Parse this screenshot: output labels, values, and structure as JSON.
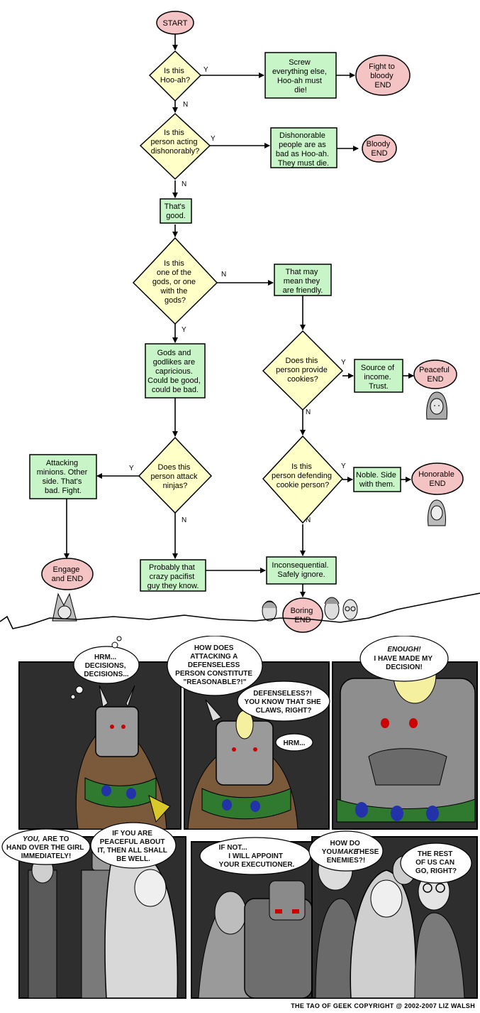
{
  "flowchart": {
    "start": "START",
    "q_hooah": [
      "Is this",
      "Hoo-ah?"
    ],
    "a_screw": [
      "Screw",
      "everything else,",
      "Hoo-ah must",
      "die!"
    ],
    "end_fight": [
      "Fight to",
      "bloody",
      "END"
    ],
    "q_dishonor": [
      "Is this",
      "person acting",
      "dishonorably?"
    ],
    "a_dishonor": [
      "Dishonorable",
      "people are as",
      "bad as Hoo-ah.",
      "They must die."
    ],
    "end_bloody": [
      "Bloody",
      "END"
    ],
    "a_good": [
      "That's",
      "good."
    ],
    "q_gods": [
      "Is this",
      "one of the",
      "gods, or one",
      "with the",
      "gods?"
    ],
    "a_friendly": [
      "That may",
      "mean they",
      "are friendly."
    ],
    "a_gods": [
      "Gods and",
      "godlikes are",
      "capricious.",
      "Could be good,",
      "could be bad."
    ],
    "q_cookies": [
      "Does this",
      "person provide",
      "cookies?"
    ],
    "a_income": [
      "Source of",
      "income.",
      "Trust."
    ],
    "end_peaceful": [
      "Peaceful",
      "END"
    ],
    "q_ninjas": [
      "Does this",
      "person attack",
      "ninjas?"
    ],
    "a_minions": [
      "Attacking",
      "minions. Other",
      "side. That's",
      "bad. Fight."
    ],
    "q_defending": [
      "Is this",
      "person defending",
      "cookie person?"
    ],
    "a_noble": [
      "Noble. Side",
      "with them."
    ],
    "end_honorable": [
      "Honorable",
      "END"
    ],
    "end_engage": [
      "Engage",
      "and END"
    ],
    "a_pacifist": [
      "Probably that",
      "crazy pacifist",
      "guy they know."
    ],
    "a_ignore": [
      "Inconsequential.",
      "Safely ignore."
    ],
    "end_boring": [
      "Boring",
      "END"
    ],
    "yes": "Y",
    "no": "N"
  },
  "comic": {
    "p1_thought": [
      "HRM...",
      "DECISIONS,",
      "DECISIONS..."
    ],
    "p2_bubble1": [
      "HOW DOES",
      "ATTACKING A",
      "DEFENSELESS",
      "PERSON CONSTITUTE",
      "\"REASONABLE?!\""
    ],
    "p2_bubble2": [
      "DEFENSELESS?!",
      "YOU KNOW THAT SHE",
      "CLAWS, RIGHT?"
    ],
    "p2_bubble3": "HRM...",
    "p3_bubble_em": "ENOUGH!",
    "p3_bubble": [
      "I HAVE MADE MY",
      "DECISION!"
    ],
    "p4_bubble1_em": "YOU,",
    "p4_bubble1": [
      "ARE TO",
      "HAND OVER THE GIRL",
      "IMMEDIATELY!"
    ],
    "p4_bubble2": [
      "IF YOU ARE",
      "PEACEFUL ABOUT",
      "IT, THEN ALL SHALL",
      "BE WELL."
    ],
    "p5_bubble": [
      "IF NOT...",
      "I WILL APPOINT",
      "YOUR EXECUTIONER."
    ],
    "p6_bubble1": [
      "HOW DO",
      "YOU",
      "MAKE",
      "THESE",
      "ENEMIES?!"
    ],
    "p6_bubble2": [
      "THE REST",
      "OF US CAN",
      "GO, RIGHT?"
    ]
  },
  "copyright": "THE TAO OF GEEK COPYRIGHT @ 2002-2007 LIZ WALSH",
  "colors": {
    "decision": "#ffffc8",
    "process": "#c8f5c8",
    "terminal": "#f4c4c4",
    "panel_bg": "#2e2e2e"
  }
}
